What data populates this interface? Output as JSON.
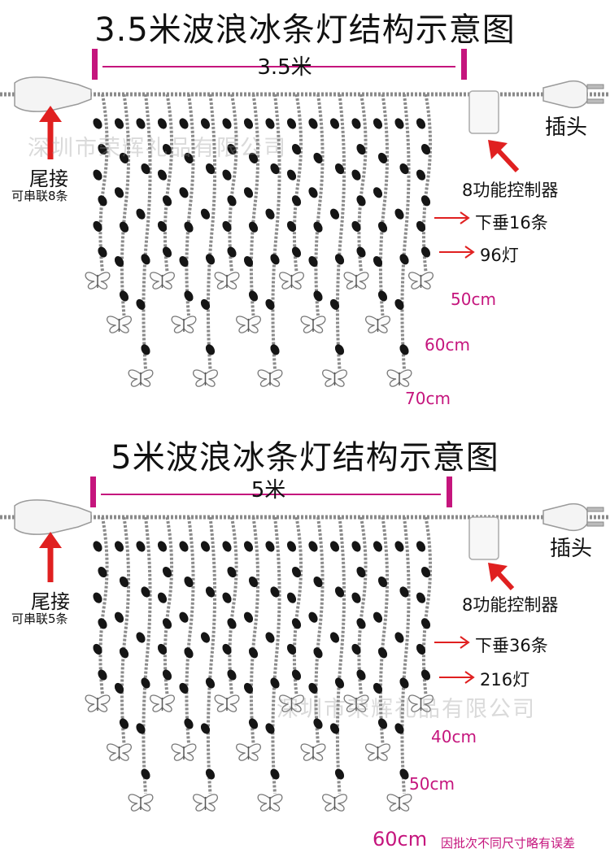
{
  "top": {
    "title": "3.5米波浪冰条灯结构示意图",
    "span_label": "3.5米",
    "plug_label": "插头",
    "tail_label": "尾接",
    "tail_sub": "可串联8条",
    "controller_label": "8功能控制器",
    "drop_label": "下垂16条",
    "lights_label": "96灯",
    "lengths": [
      "50cm",
      "60cm",
      "70cm"
    ],
    "watermark": "深圳市荣辉礼品有限公司"
  },
  "bottom": {
    "title": "5米波浪冰条灯结构示意图",
    "span_label": "5米",
    "plug_label": "插头",
    "tail_label": "尾接",
    "tail_sub": "可串联5条",
    "controller_label": "8功能控制器",
    "drop_label": "下垂36条",
    "lights_label": "216灯",
    "lengths": [
      "40cm",
      "50cm",
      "60cm"
    ],
    "note": "因批次不同尺寸略有误差",
    "watermark": "深圳市荣辉礼品有限公司"
  },
  "colors": {
    "accent_magenta": "#c5157d",
    "arrow_red": "#e02020",
    "wire_gray": "#8a8a8a",
    "bulb_black": "#151515"
  }
}
